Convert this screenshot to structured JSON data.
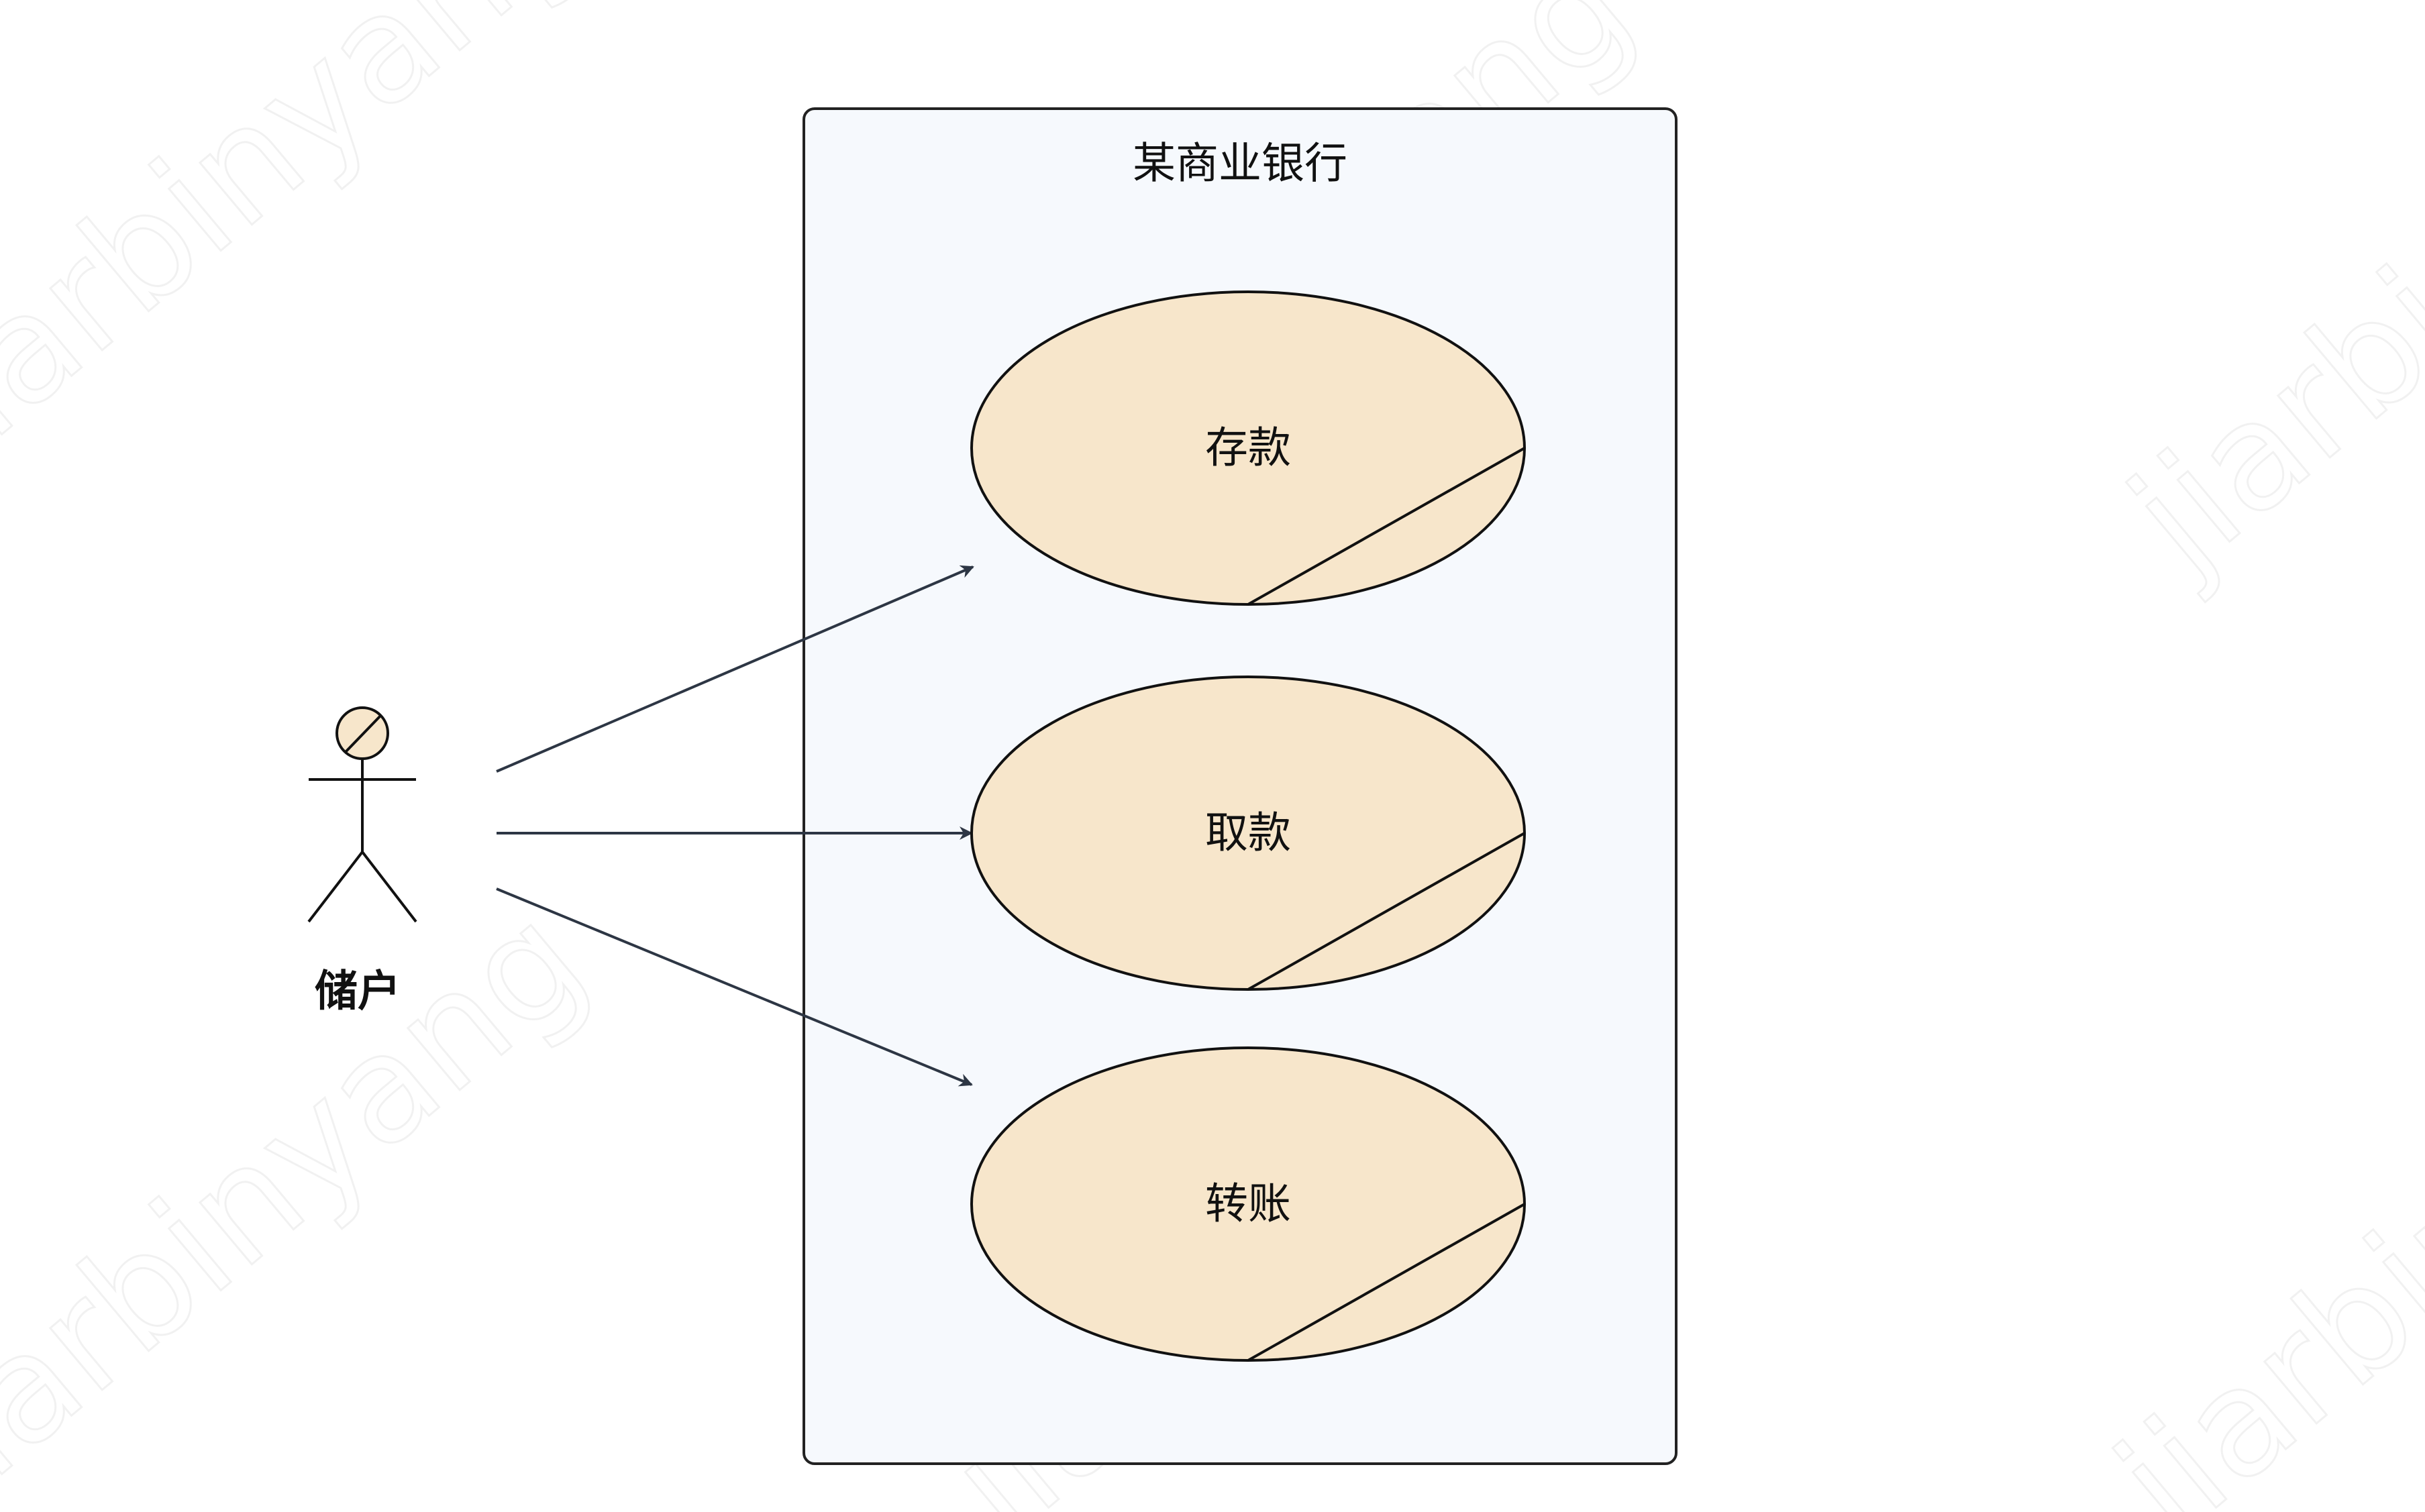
{
  "system": {
    "title": "某商业银行"
  },
  "actor": {
    "name": "储户"
  },
  "use_cases": [
    {
      "label": "存款"
    },
    {
      "label": "取款"
    },
    {
      "label": "转账"
    }
  ],
  "watermark": {
    "text": "jiarbinyang"
  },
  "colors": {
    "system_fill": "#f6f9fd",
    "system_stroke": "#222222",
    "usecase_fill": "#f7e6cb",
    "usecase_stroke": "#111111",
    "actor_head_fill": "#f7e6cb",
    "arrow": "#2d3644"
  }
}
